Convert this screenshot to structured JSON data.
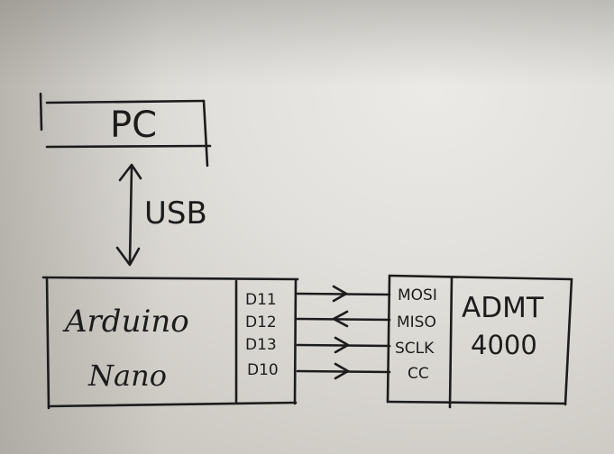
{
  "pc": {
    "label": "PC"
  },
  "link": {
    "label": "USB"
  },
  "arduino": {
    "line1": "Arduino",
    "line2": "Nano",
    "pins": [
      "D11",
      "D12",
      "D13",
      "D10"
    ]
  },
  "admt": {
    "line1": "ADMT",
    "line2": "4000",
    "pins": [
      "MOSI",
      "MISO",
      "SCLK",
      "CC"
    ]
  },
  "colors": {
    "ink": "#1c1c1c",
    "paper": "#e4e2de"
  }
}
